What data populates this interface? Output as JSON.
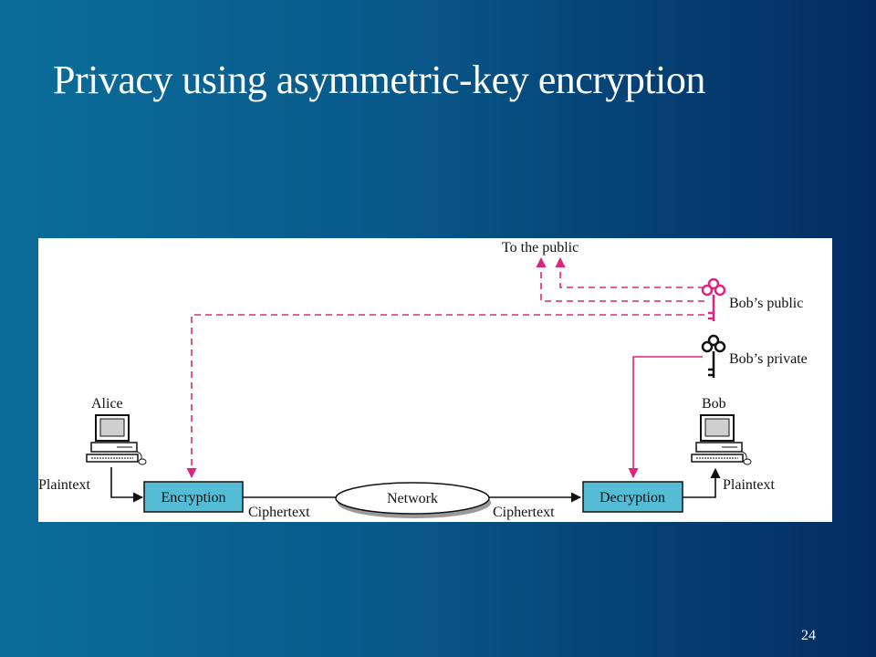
{
  "slide": {
    "title": "Privacy using asymmetric-key encryption",
    "page_number": "24"
  },
  "diagram": {
    "to_public_label": "To the public",
    "bobs_public_label": "Bob’s public",
    "bobs_private_label": "Bob’s private",
    "alice_label": "Alice",
    "bob_label": "Bob",
    "plaintext_in_label": "Plaintext",
    "plaintext_out_label": "Plaintext",
    "encryption_label": "Encryption",
    "network_label": "Network",
    "decryption_label": "Decryption",
    "ciphertext_left_label": "Ciphertext",
    "ciphertext_right_label": "Ciphertext",
    "box_color": "#55bcd6",
    "public_key_color": "#e0237f",
    "private_key_color": "#111111",
    "public_key_icon": "pink-key-icon",
    "private_key_icon": "black-key-icon",
    "computer_icon": "desktop-computer-icon"
  }
}
